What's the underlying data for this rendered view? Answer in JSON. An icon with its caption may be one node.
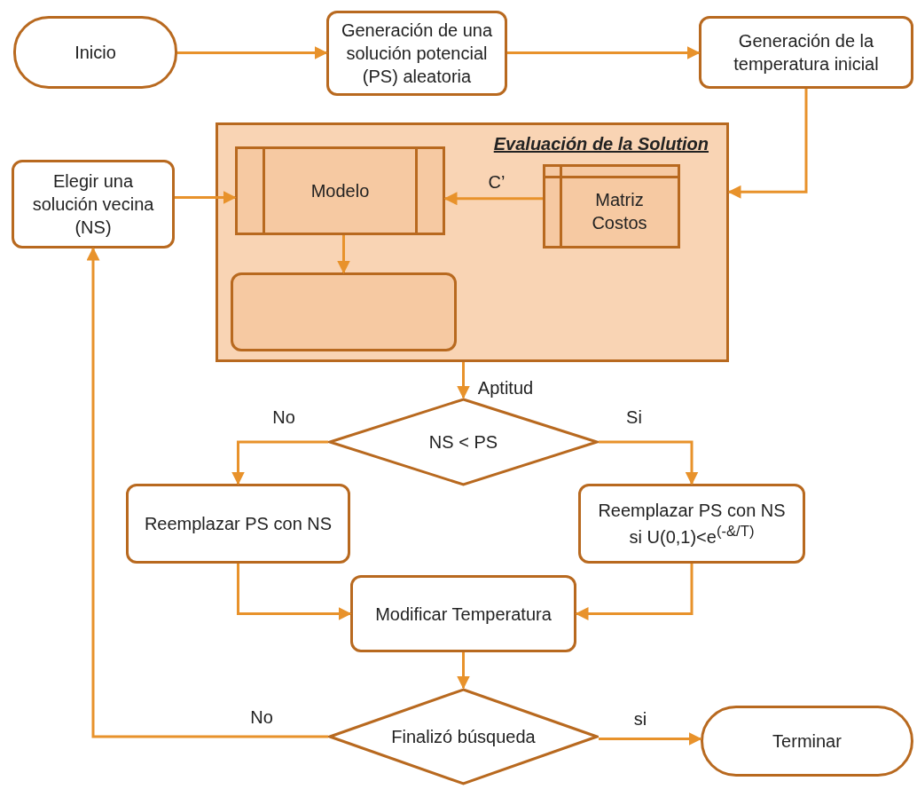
{
  "diagram": {
    "nodes": [
      {
        "text": [
          "Inicio"
        ]
      },
      {
        "text": [
          "Generación de una solución potencial (PS) aleatoria"
        ]
      },
      {
        "text": [
          "Generación de la temperatura inicial"
        ]
      },
      {
        "text": [
          "Evaluación de la Solution"
        ]
      },
      {
        "text": [
          "Modelo"
        ],
        "in": 3
      },
      {
        "text": [
          "Matriz Costos"
        ],
        "in": 3
      },
      {
        "text": [],
        "shape": "box",
        "in": 3
      },
      {
        "text": [
          "Elegir una solución vecina (NS)"
        ]
      },
      {
        "text": [
          "NS < PS"
        ]
      },
      {
        "text": [
          "Reemplazar PS con NS"
        ]
      },
      {
        "text": [
          "Reemplazar PS con NS si U(0,1)<e$^{(-&/T)}$"
        ]
      },
      {
        "text": [
          "Modificar Temperatura"
        ]
      },
      {
        "text": [
          "Finalizó búsqueda"
        ]
      },
      {
        "text": [
          "Terminar"
        ]
      }
    ],
    "edges": [
      {
        "from": 0,
        "to": 1,
        "arrow": "to"
      },
      {
        "from": 1,
        "to": 2,
        "arrow": "to"
      },
      {
        "from": 2,
        "to": 3,
        "arrow": "to"
      },
      {
        "from": 7,
        "to": 4,
        "arrow": "to"
      },
      {
        "from": 5,
        "to": 4,
        "arrow": "to",
        "label": "C’"
      },
      {
        "from": 4,
        "to": 6,
        "arrow": "to"
      },
      {
        "from": 3,
        "to": 8,
        "arrow": "to",
        "label": "Aptitud"
      },
      {
        "from": 8,
        "to": 9,
        "arrow": "to",
        "label": "No"
      },
      {
        "from": 8,
        "to": 10,
        "arrow": "to",
        "label": "Si"
      },
      {
        "from": 9,
        "to": 11,
        "arrow": "to"
      },
      {
        "from": 10,
        "to": 11,
        "arrow": "to"
      },
      {
        "from": 11,
        "to": 12,
        "arrow": "to"
      },
      {
        "from": 12,
        "to": 13,
        "arrow": "to",
        "label": "si"
      },
      {
        "from": 12,
        "to": 7,
        "arrow": "to",
        "label": "No"
      }
    ]
  }
}
